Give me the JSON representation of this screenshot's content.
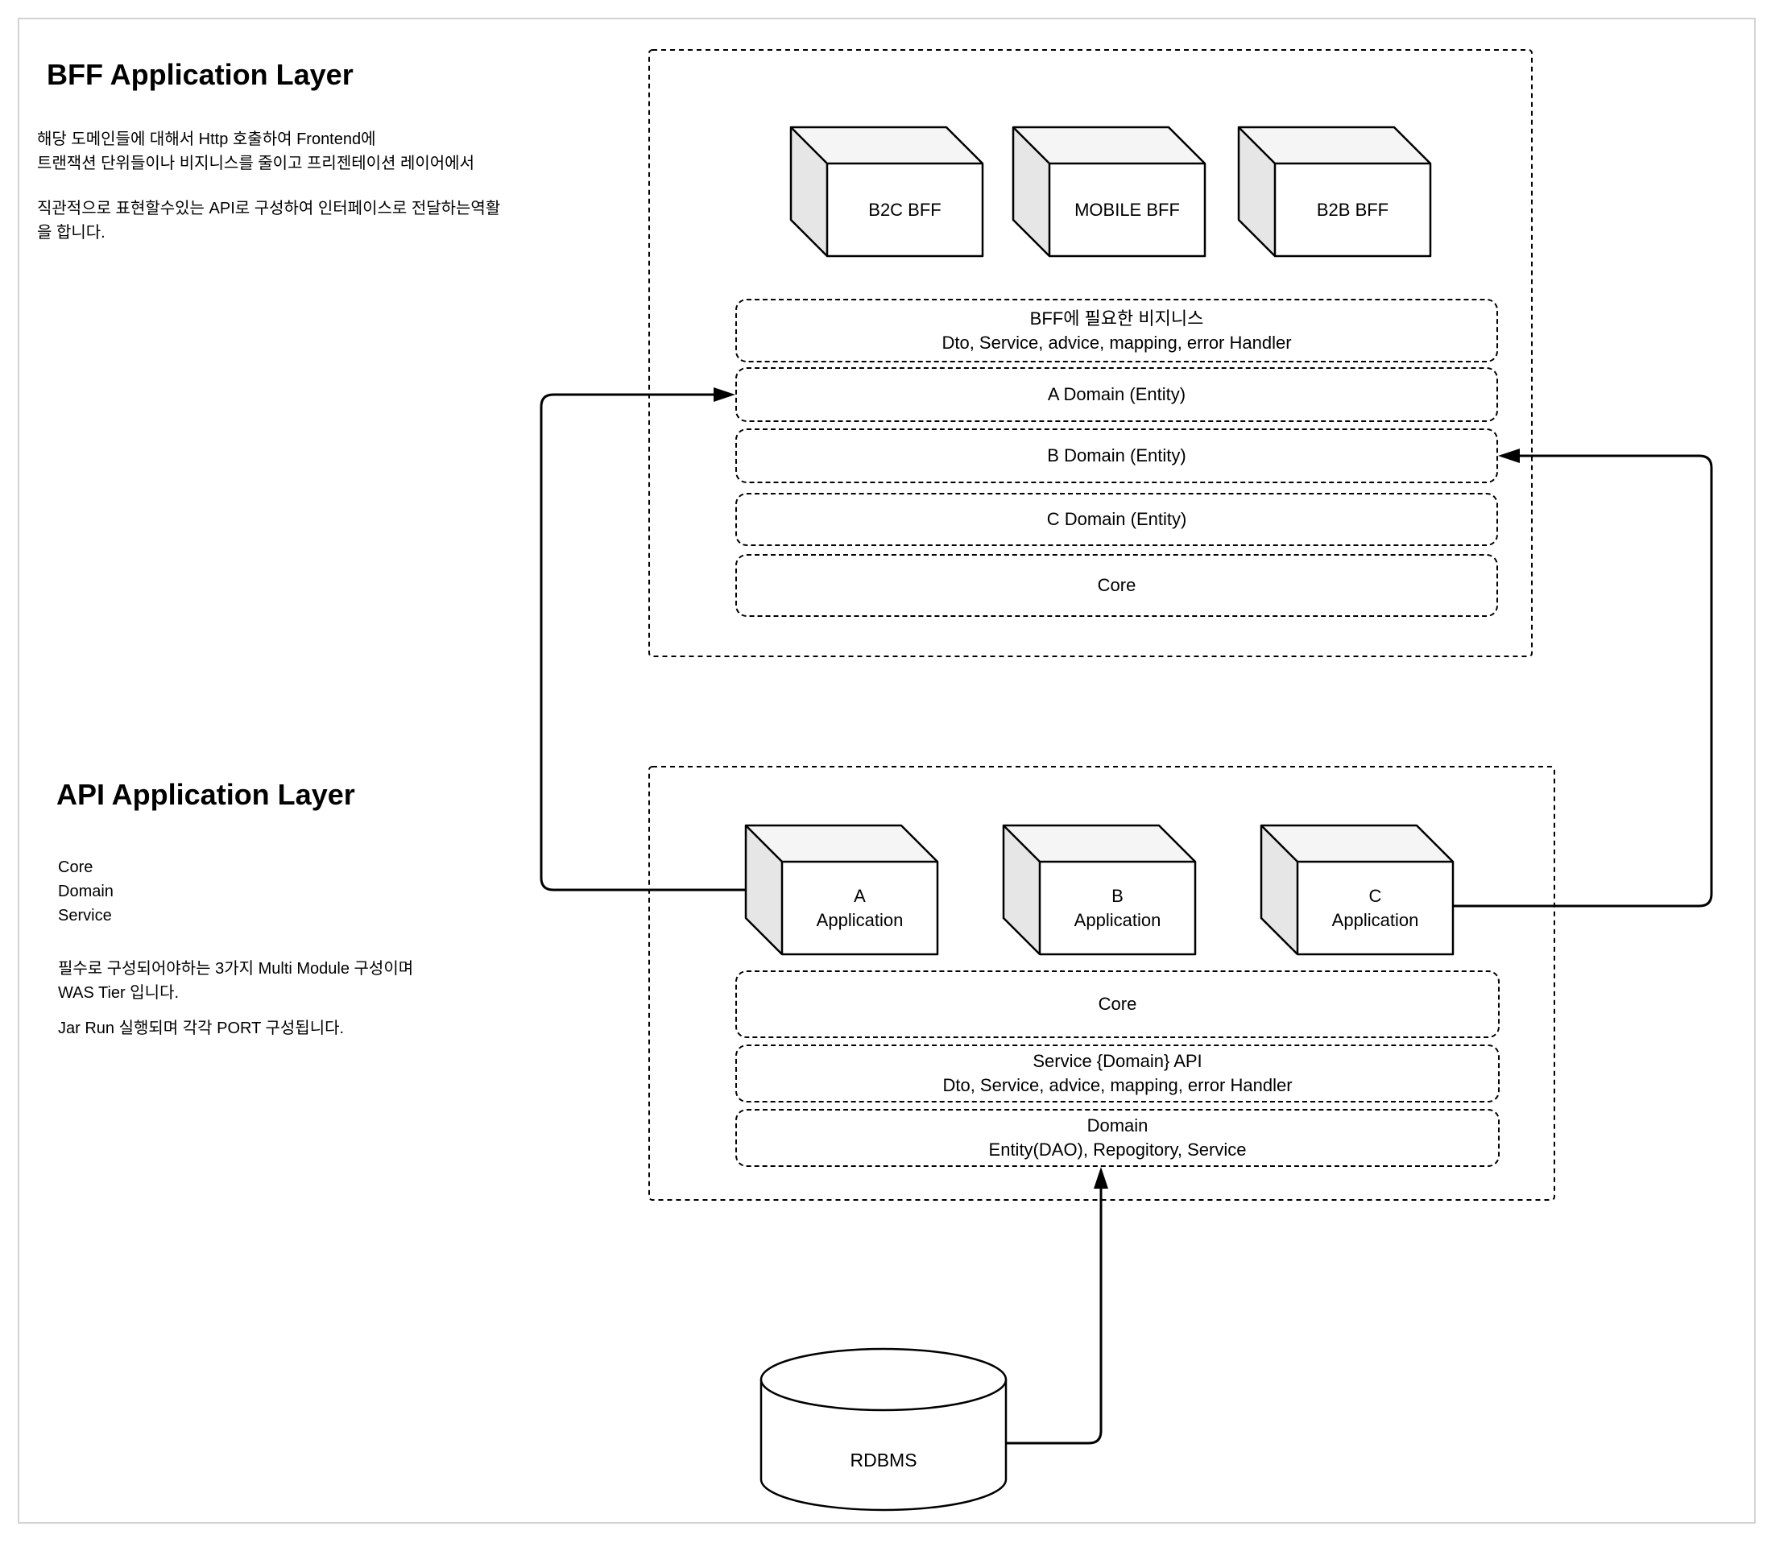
{
  "bff_section": {
    "title": "BFF Application Layer",
    "description_1": "해당 도메인들에 대해서 Http 호출하여 Frontend에\n트랜잭션 단위들이나 비지니스를 줄이고 프리젠테이션 레이어에서",
    "description_2": "직관적으로 표현할수있는 API로 구성하여 인터페이스로 전달하는역활\n을 합니다.",
    "cubes": {
      "b2c": "B2C BFF",
      "mobile": "MOBILE BFF",
      "b2b": "B2B BFF"
    },
    "layers": {
      "business": {
        "line1": "BFF에 필요한 비지니스",
        "line2": "Dto, Service, advice, mapping, error Handler"
      },
      "a_domain": "A Domain (Entity)",
      "b_domain": "B Domain (Entity)",
      "c_domain": "C Domain (Entity)",
      "core": "Core"
    }
  },
  "api_section": {
    "title": "API Application Layer",
    "modules": "Core\nDomain\nService",
    "description_1": "필수로 구성되어야하는 3가지 Multi Module 구성이며\nWAS Tier 입니다.",
    "description_2": "Jar Run 실행되며 각각 PORT 구성됩니다.",
    "cubes": {
      "a": "A\nApplication",
      "b": "B\nApplication",
      "c": "C\nApplication"
    },
    "layers": {
      "core": "Core",
      "service_api": {
        "line1": "Service {Domain} API",
        "line2": "Dto, Service, advice, mapping, error Handler"
      },
      "domain": {
        "line1": "Domain",
        "line2": "Entity(DAO), Repogitory, Service"
      }
    }
  },
  "database": {
    "label": "RDBMS"
  },
  "colors": {
    "line": "#000000",
    "cube_top_face": "#f5f5f5",
    "cube_side_face": "#e6e6e6",
    "shape_fill": "#ffffff",
    "page_border": "#d3d3d3"
  }
}
